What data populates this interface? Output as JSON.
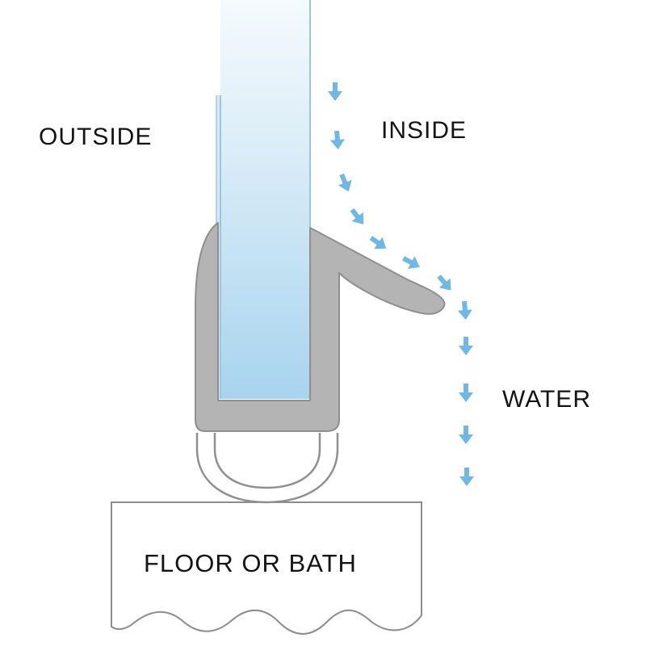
{
  "labels": {
    "outside": "OUTSIDE",
    "inside": "INSIDE",
    "water": "WATER",
    "floor": "FLOOR OR BATH"
  },
  "colors": {
    "glass_top": "#f4f9fc",
    "glass_bottom": "#a8d4ee",
    "seal_fill": "#b4b4b4",
    "seal_stroke": "#8f8f8f",
    "water_arrow": "#6fb7e4",
    "floor_stroke": "#8c8c8c",
    "text": "#141414"
  }
}
